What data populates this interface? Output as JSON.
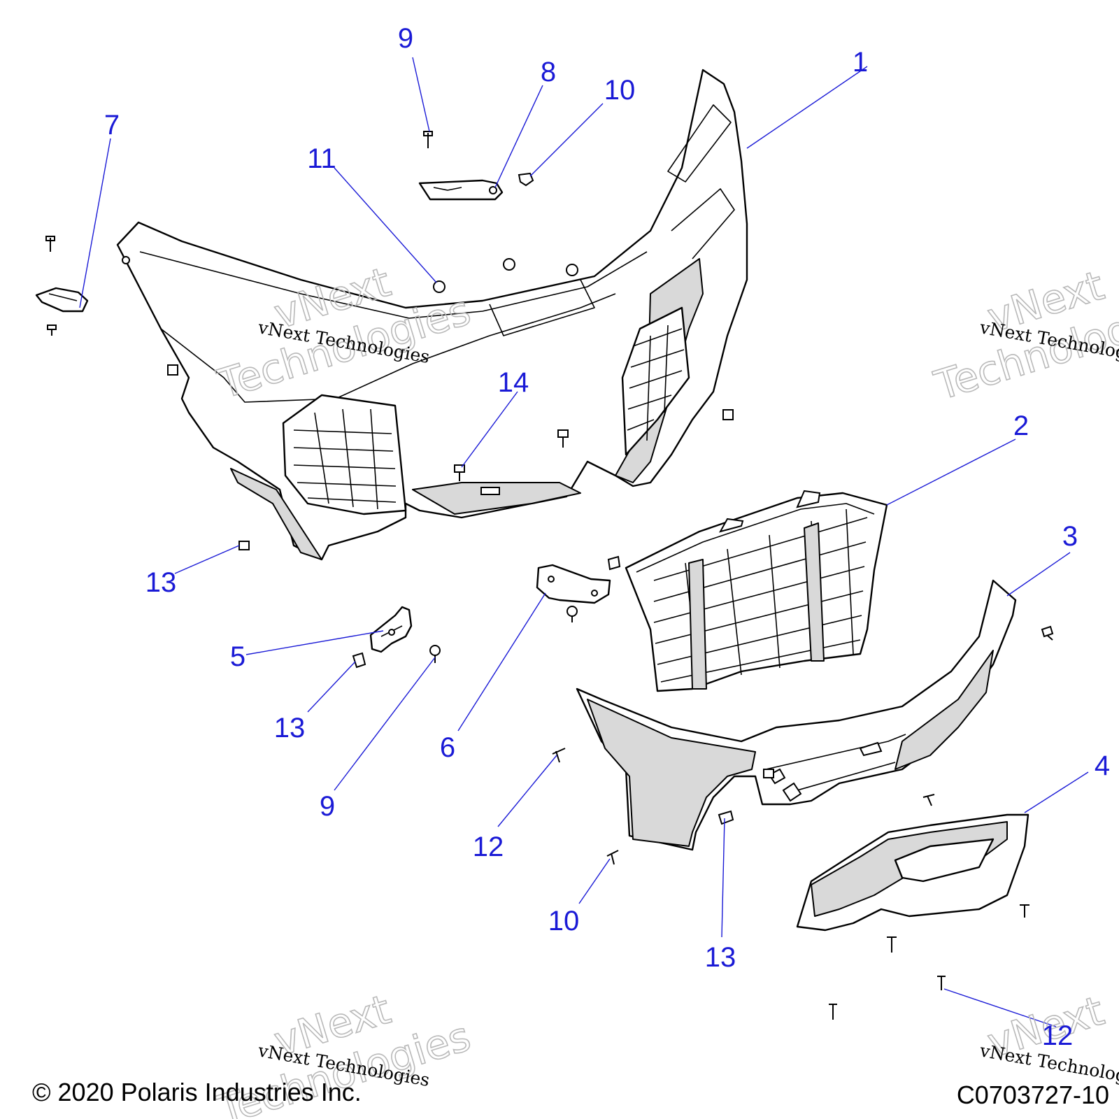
{
  "callouts": {
    "c1": "1",
    "c2": "2",
    "c3": "3",
    "c4": "4",
    "c5": "5",
    "c6": "6",
    "c7": "7",
    "c8": "8",
    "c9a": "9",
    "c9b": "9",
    "c10a": "10",
    "c10b": "10",
    "c11": "11",
    "c12a": "12",
    "c12b": "12",
    "c13a": "13",
    "c13b": "13",
    "c13c": "13",
    "c14": "14"
  },
  "watermark": {
    "line": "vNext Technologies",
    "big_top": "vNext",
    "big_bottom": "Technologies"
  },
  "footer": {
    "copyright": "© 2020 Polaris Industries Inc.",
    "drawing_number": "C0703727-10"
  },
  "colors": {
    "callout": "#1a1ad6",
    "part_shade": "#d9d9d9",
    "line": "#000000"
  }
}
